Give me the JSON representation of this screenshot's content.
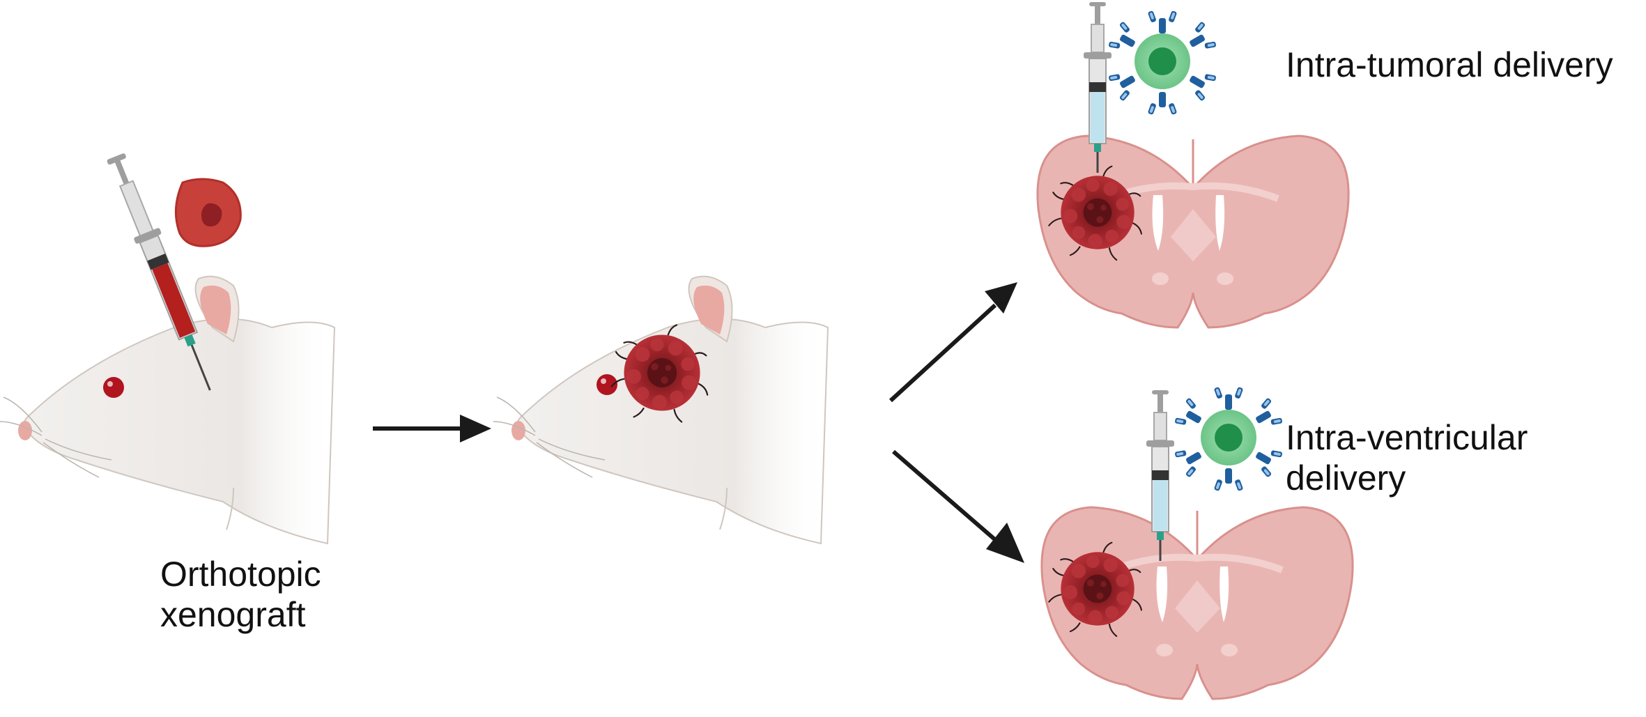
{
  "labels": {
    "xenograft_line1": "Orthotopic",
    "xenograft_line2": "xenograft",
    "intratumoral": "Intra-tumoral delivery",
    "intraventricular_line1": "Intra-ventricular",
    "intraventricular_line2": "delivery"
  },
  "colors": {
    "mouse_fur": "#ece9e6",
    "mouse_shadow": "#d9d4cf",
    "ear_inner": "#e8a9a3",
    "eye": "#b0141e",
    "tumor": "#a8252c",
    "tumor_core": "#6a1418",
    "brain": "#e9b5b2",
    "brain_outline": "#d9908c",
    "cell": "#7dce96",
    "cell_core": "#1f8f4a",
    "antibody": "#1f5f9e",
    "syringe_barrel": "#d6d6d6",
    "syringe_blood": "#b3201e",
    "syringe_liquid": "#bfe3ee",
    "needle": "#2aa08a",
    "arrow": "#1a1a1a"
  }
}
